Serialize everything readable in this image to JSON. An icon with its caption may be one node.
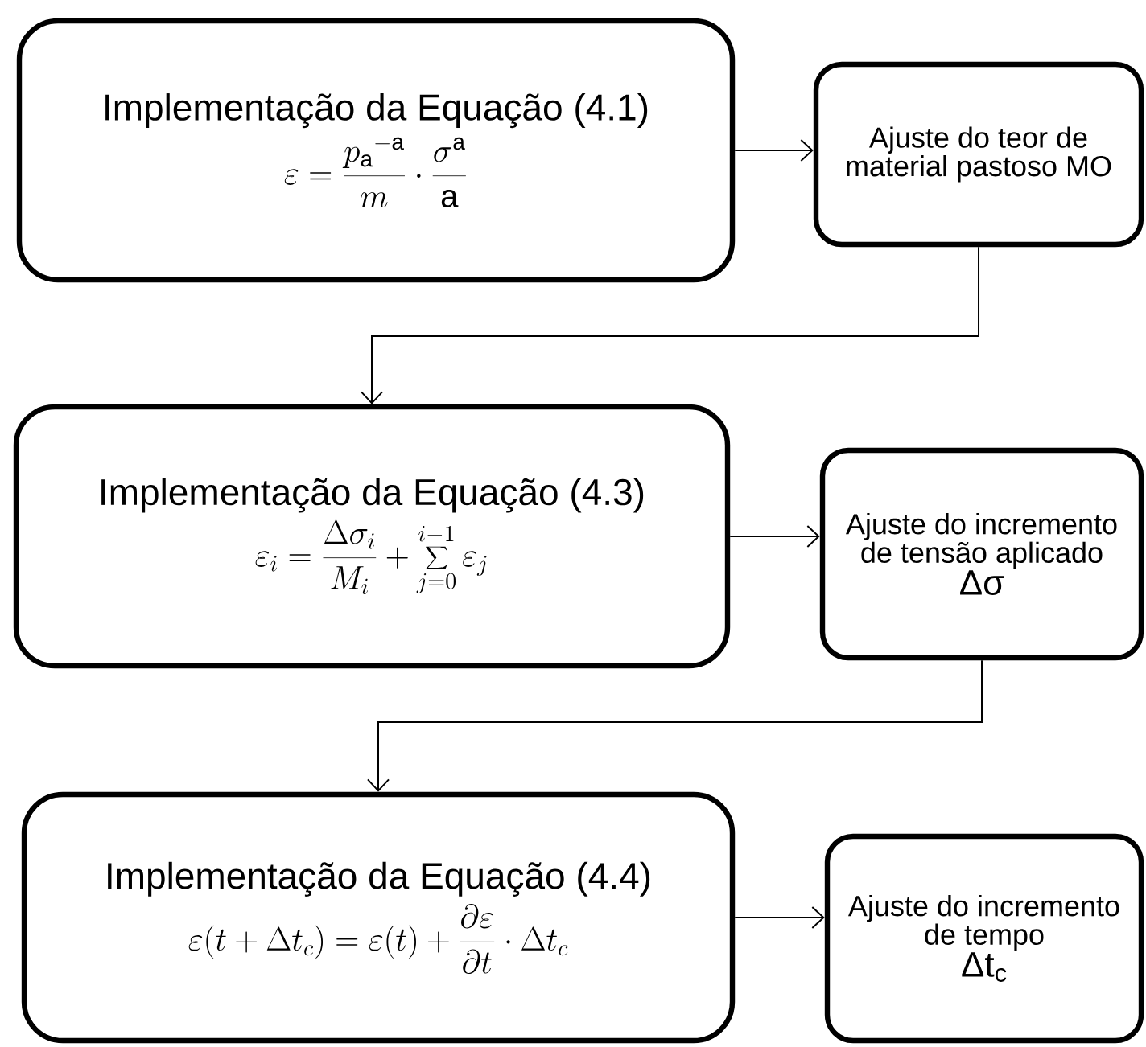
{
  "diagram": {
    "nodes": [
      {
        "text": [
          "Implementação da Equação (4.1)",
          "\\varepsilon = \\frac{{p_{\\mathrm{a}}}^{-\\mathrm{a}}}{m} \\cdot \\frac{\\sigma^{\\mathrm{a}}}{\\mathrm{a}}"
        ]
      },
      {
        "text": [
          "Ajuste do teor de material pastoso MO"
        ]
      },
      {
        "text": [
          "Implementação da Equação (4.3)",
          "\\varepsilon_i = \\frac{\\Delta\\sigma_i}{M_i} + \\sum_{j=0}^{i-1} \\varepsilon_j"
        ]
      },
      {
        "text": [
          "Ajuste do incremento de tensão aplicado",
          "Δσ"
        ]
      },
      {
        "text": [
          "Implementação da Equação (4.4)",
          "\\varepsilon(t+\\Delta t_c) = \\varepsilon(t) + \\frac{\\partial \\varepsilon}{\\partial t} \\cdot \\Delta t_c"
        ]
      },
      {
        "text": [
          "Ajuste do incremento de tempo",
          "Δt$_{c}$"
        ]
      }
    ],
    "edges": [
      {
        "from": 0,
        "to": 1,
        "arrow": "to"
      },
      {
        "from": 1,
        "to": 2,
        "arrow": "to"
      },
      {
        "from": 2,
        "to": 3,
        "arrow": "to"
      },
      {
        "from": 3,
        "to": 4,
        "arrow": "to"
      },
      {
        "from": 4,
        "to": 5,
        "arrow": "to"
      }
    ]
  }
}
